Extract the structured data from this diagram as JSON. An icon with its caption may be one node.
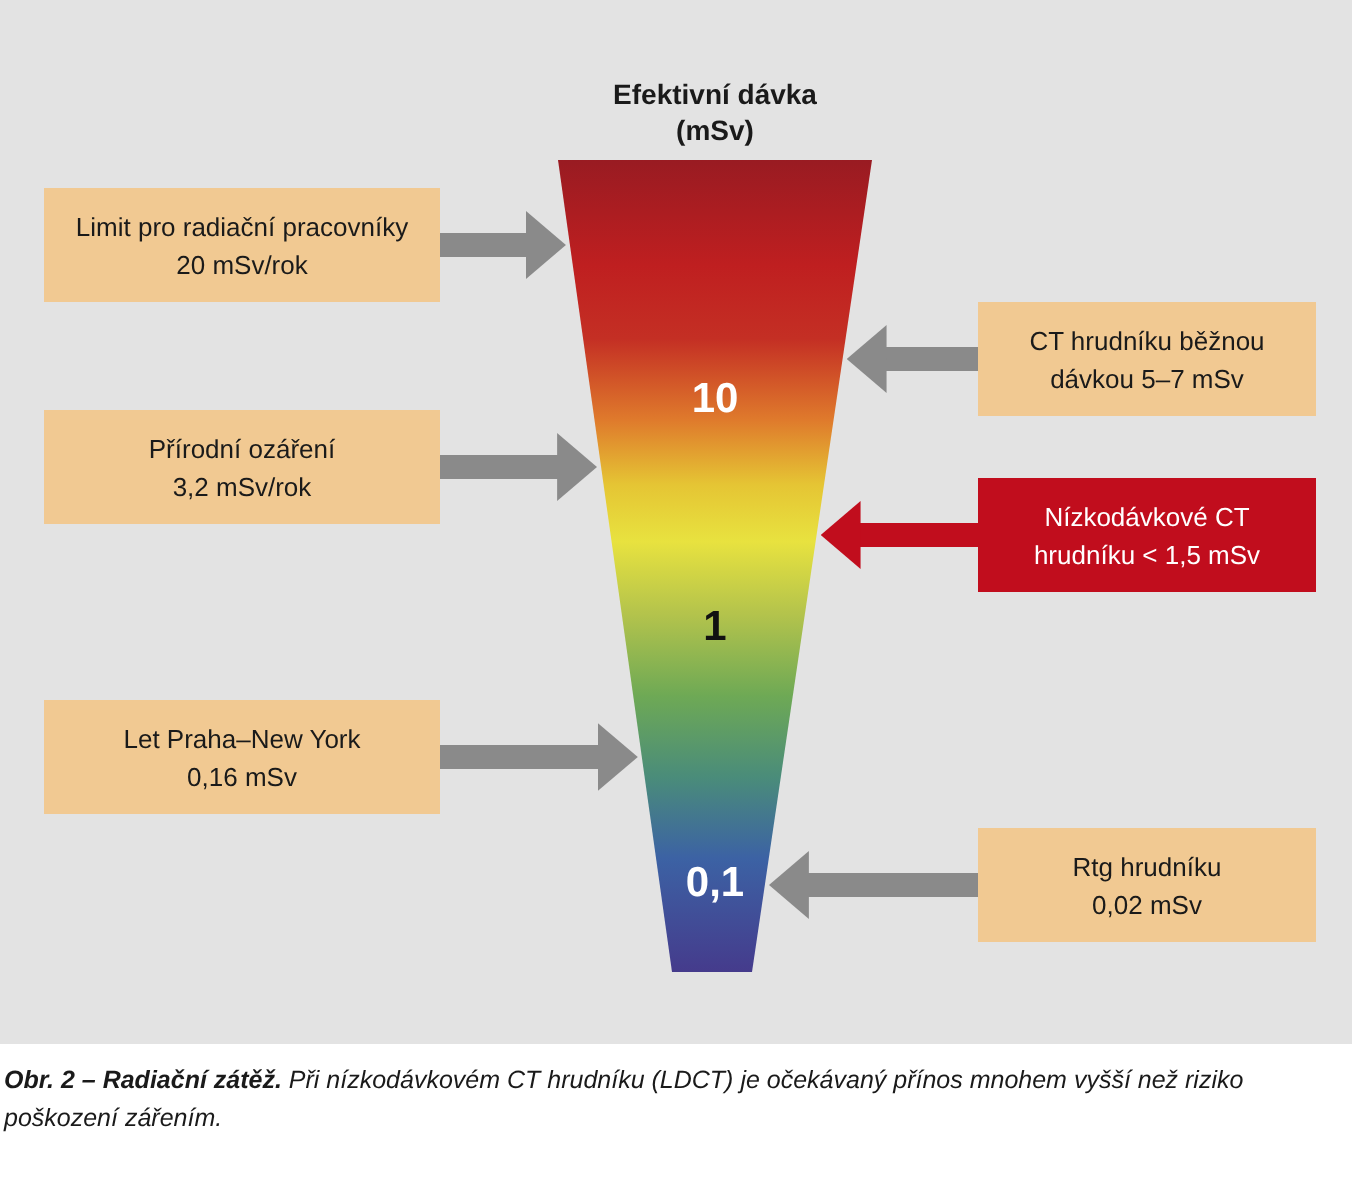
{
  "diagram": {
    "caption": "**Obr. 2 – Radiační zátěž.** Při nízkodávkovém CT hrudníku (LDCT) je očekávaný přínos mnohem vyšší než riziko poškození zářením.",
    "nodes": [
      {
        "text": [
          "Efektivní dávka (mSv)",
          "10",
          "1",
          "0,1"
        ]
      },
      {
        "text": [
          "Limit pro radiační pracovníky 20 mSv/rok"
        ]
      },
      {
        "text": [
          "CT hrudníku běžnou dávkou 5–7 mSv"
        ]
      },
      {
        "text": [
          "Přírodní ozáření 3,2 mSv/rok"
        ]
      },
      {
        "text": [
          "Nízkodávkové CT hrudníku < 1,5 mSv"
        ]
      },
      {
        "text": [
          "Let Praha–New York 0,16 mSv"
        ]
      },
      {
        "text": [
          "Rtg hrudníku 0,02 mSv"
        ]
      }
    ],
    "edges": [
      {
        "from": 1,
        "to": 0,
        "arrow": "to"
      },
      {
        "from": 2,
        "to": 0,
        "arrow": "to"
      },
      {
        "from": 3,
        "to": 0,
        "arrow": "to"
      },
      {
        "from": 4,
        "to": 0,
        "arrow": "to",
        "color": "#c10d1d"
      },
      {
        "from": 5,
        "to": 0,
        "arrow": "to"
      },
      {
        "from": 6,
        "to": 0,
        "arrow": "to"
      }
    ]
  }
}
